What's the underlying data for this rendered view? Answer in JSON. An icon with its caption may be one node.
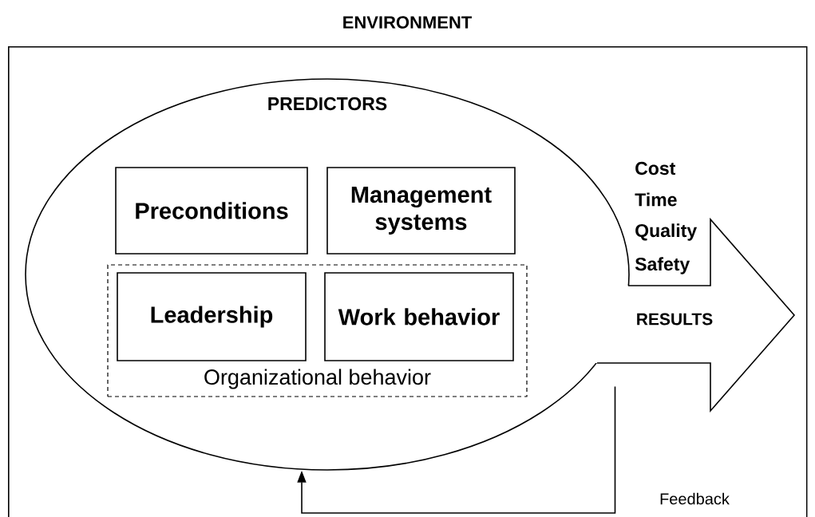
{
  "diagram": {
    "nodes": [
      {
        "text": [
          "ENVIRONMENT"
        ]
      },
      {
        "text": [
          "PREDICTORS"
        ],
        "in": 0
      },
      {
        "text": [
          "Preconditions"
        ],
        "in": 1
      },
      {
        "text": [
          "Management systems"
        ],
        "in": 1
      },
      {
        "text": [
          "Organizational behavior"
        ],
        "in": 1
      },
      {
        "text": [
          "Leadership"
        ],
        "in": 4
      },
      {
        "text": [
          "Work behavior"
        ],
        "in": 4
      },
      {
        "text": [
          "RESULTS"
        ],
        "beside": [
          "Cost",
          "Time",
          "Quality",
          "Safety"
        ],
        "in": 0
      }
    ],
    "edges": [
      {
        "from": 7,
        "to": 1,
        "arrow": "to",
        "label": "Feedback"
      }
    ]
  }
}
